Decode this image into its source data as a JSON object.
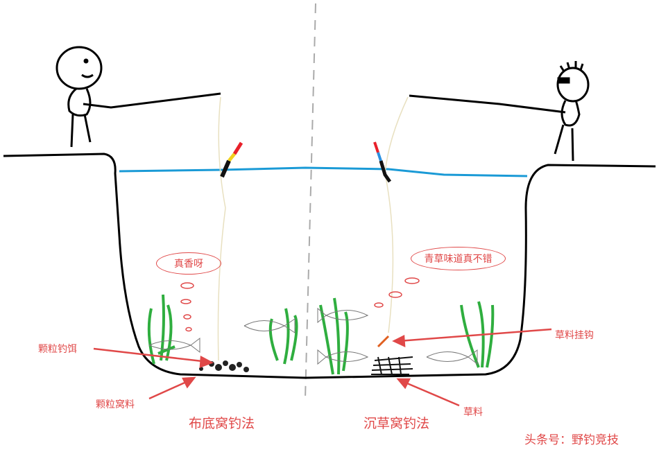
{
  "speech": {
    "left": "真香呀",
    "right": "青草味道真不错"
  },
  "labels": {
    "pellet_bait": "颗粒钓饵",
    "pellet_groundbait": "颗粒窝料",
    "grass_hook": "草料挂钩",
    "grass_feed": "草料"
  },
  "methods": {
    "left": "布底窝钓法",
    "right": "沉草窝钓法"
  },
  "watermark": "头条号：野钓竞技",
  "colors": {
    "water": "#1a9ad6",
    "annotation": "#e04848",
    "weed": "#2fae3f",
    "line": "#000000"
  }
}
